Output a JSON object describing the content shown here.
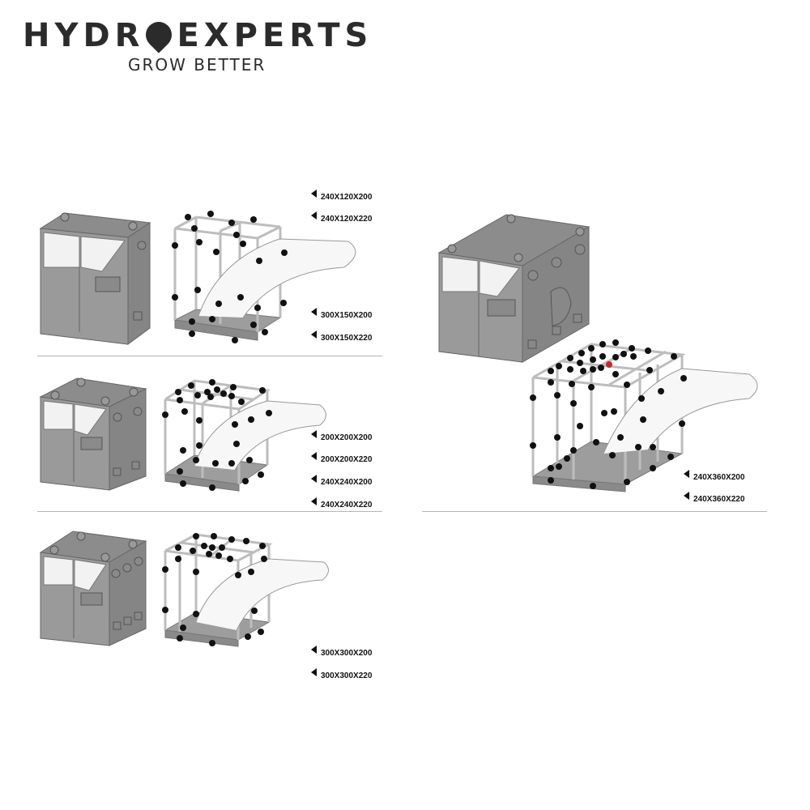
{
  "logo": {
    "main_left": "HYDR",
    "main_right": "EXPERTS",
    "tagline": "GROW BETTER"
  },
  "colors": {
    "tent_face": "#9a9a9a",
    "tent_top": "#8c8c8c",
    "tent_side": "#7f7f7f",
    "floor": "#a6a6a6",
    "frame": "#b8b8b8",
    "label_dot": "#111111",
    "highlight_dot": "#c62828"
  },
  "groups": [
    {
      "labels": [
        "240X120X200",
        "240X120X220",
        "300X150X200",
        "300X150X220"
      ]
    },
    {
      "labels": [
        "200X200X200",
        "200X200X220",
        "240X240X200",
        "240X240X220"
      ]
    },
    {
      "labels": [
        "300X300X200",
        "300X300X220"
      ]
    },
    {
      "labels": [
        "240X360X200",
        "240X360X220"
      ]
    }
  ]
}
